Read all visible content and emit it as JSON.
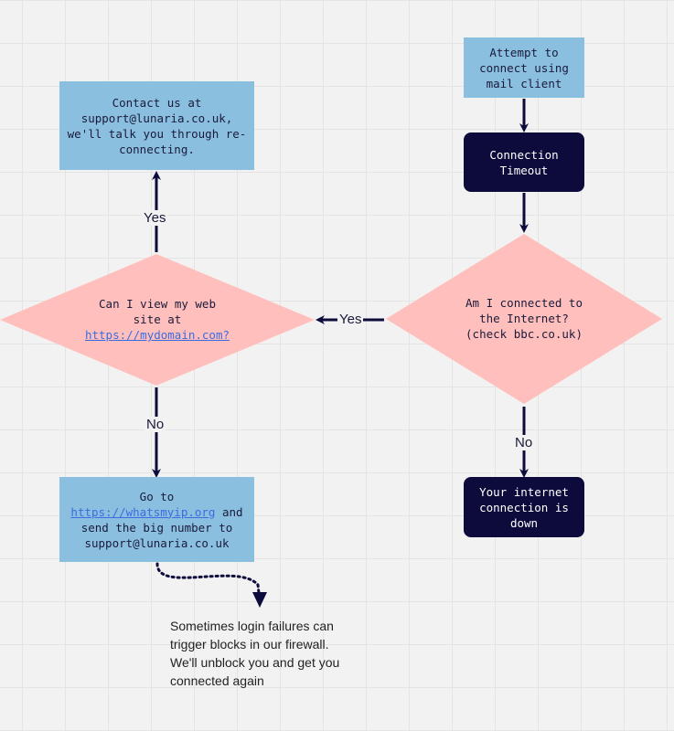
{
  "nodes": {
    "attempt": {
      "lines": [
        "Attempt to",
        "connect using",
        "mail client"
      ]
    },
    "timeout": {
      "lines": [
        "Connection",
        "Timeout"
      ]
    },
    "connected_question": {
      "lines": [
        "Am I connected to",
        "the Internet?",
        "(check bbc.co.uk)"
      ]
    },
    "internet_down": {
      "lines": [
        "Your internet",
        "connection is",
        "down"
      ]
    },
    "view_site_question": {
      "lines": [
        "Can I view my web",
        "site at"
      ],
      "link": "https://mydomain.com?"
    },
    "contact_us": {
      "lines": [
        "Contact us at",
        "support@lunaria.co.uk,",
        "we'll talk you through re-",
        "connecting."
      ]
    },
    "go_to": {
      "line1": "Go to",
      "link": "https://whatsmyip.org",
      "link_suffix": " and",
      "line3": "send the big number to",
      "line4": "support@lunaria.co.uk"
    }
  },
  "edge_labels": {
    "connected_yes": "Yes",
    "connected_no": "No",
    "view_yes": "Yes",
    "view_no": "No"
  },
  "note": {
    "lines": [
      "Sometimes login failures can",
      "trigger blocks in our firewall.",
      "We'll unblock you and get you",
      "connected again"
    ]
  },
  "colors": {
    "blue_box": "#8bbfdf",
    "dark_box": "#0d0b3c",
    "diamond": "#ffc0bd",
    "connector": "#0d0b3c",
    "link": "#3a6be0"
  }
}
